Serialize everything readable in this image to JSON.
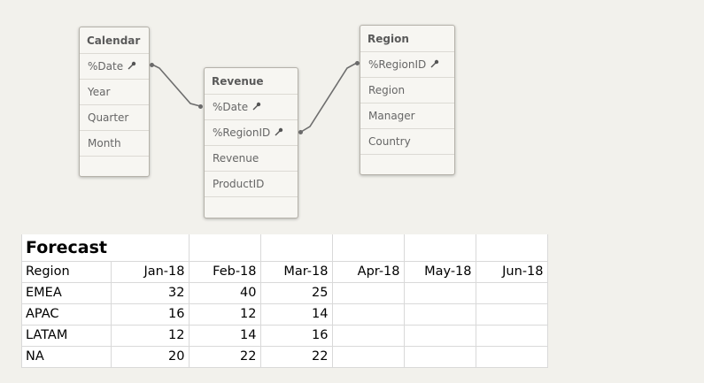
{
  "tables": {
    "calendar": {
      "title": "Calendar",
      "fields": [
        "%Date",
        "Year",
        "Quarter",
        "Month"
      ]
    },
    "revenue": {
      "title": "Revenue",
      "fields": [
        "%Date",
        "%RegionID",
        "Revenue",
        "ProductID"
      ]
    },
    "region": {
      "title": "Region",
      "fields": [
        "%RegionID",
        "Region",
        "Manager",
        "Country"
      ]
    }
  },
  "sheet": {
    "title": "Forecast",
    "headers": [
      "Region",
      "Jan-18",
      "Feb-18",
      "Mar-18",
      "Apr-18",
      "May-18",
      "Jun-18"
    ],
    "rows": [
      [
        "EMEA",
        "32",
        "40",
        "25",
        "",
        "",
        ""
      ],
      [
        "APAC",
        "16",
        "12",
        "14",
        "",
        "",
        ""
      ],
      [
        "LATAM",
        "12",
        "14",
        "16",
        "",
        "",
        ""
      ],
      [
        "NA",
        "20",
        "22",
        "22",
        "",
        "",
        ""
      ]
    ]
  }
}
